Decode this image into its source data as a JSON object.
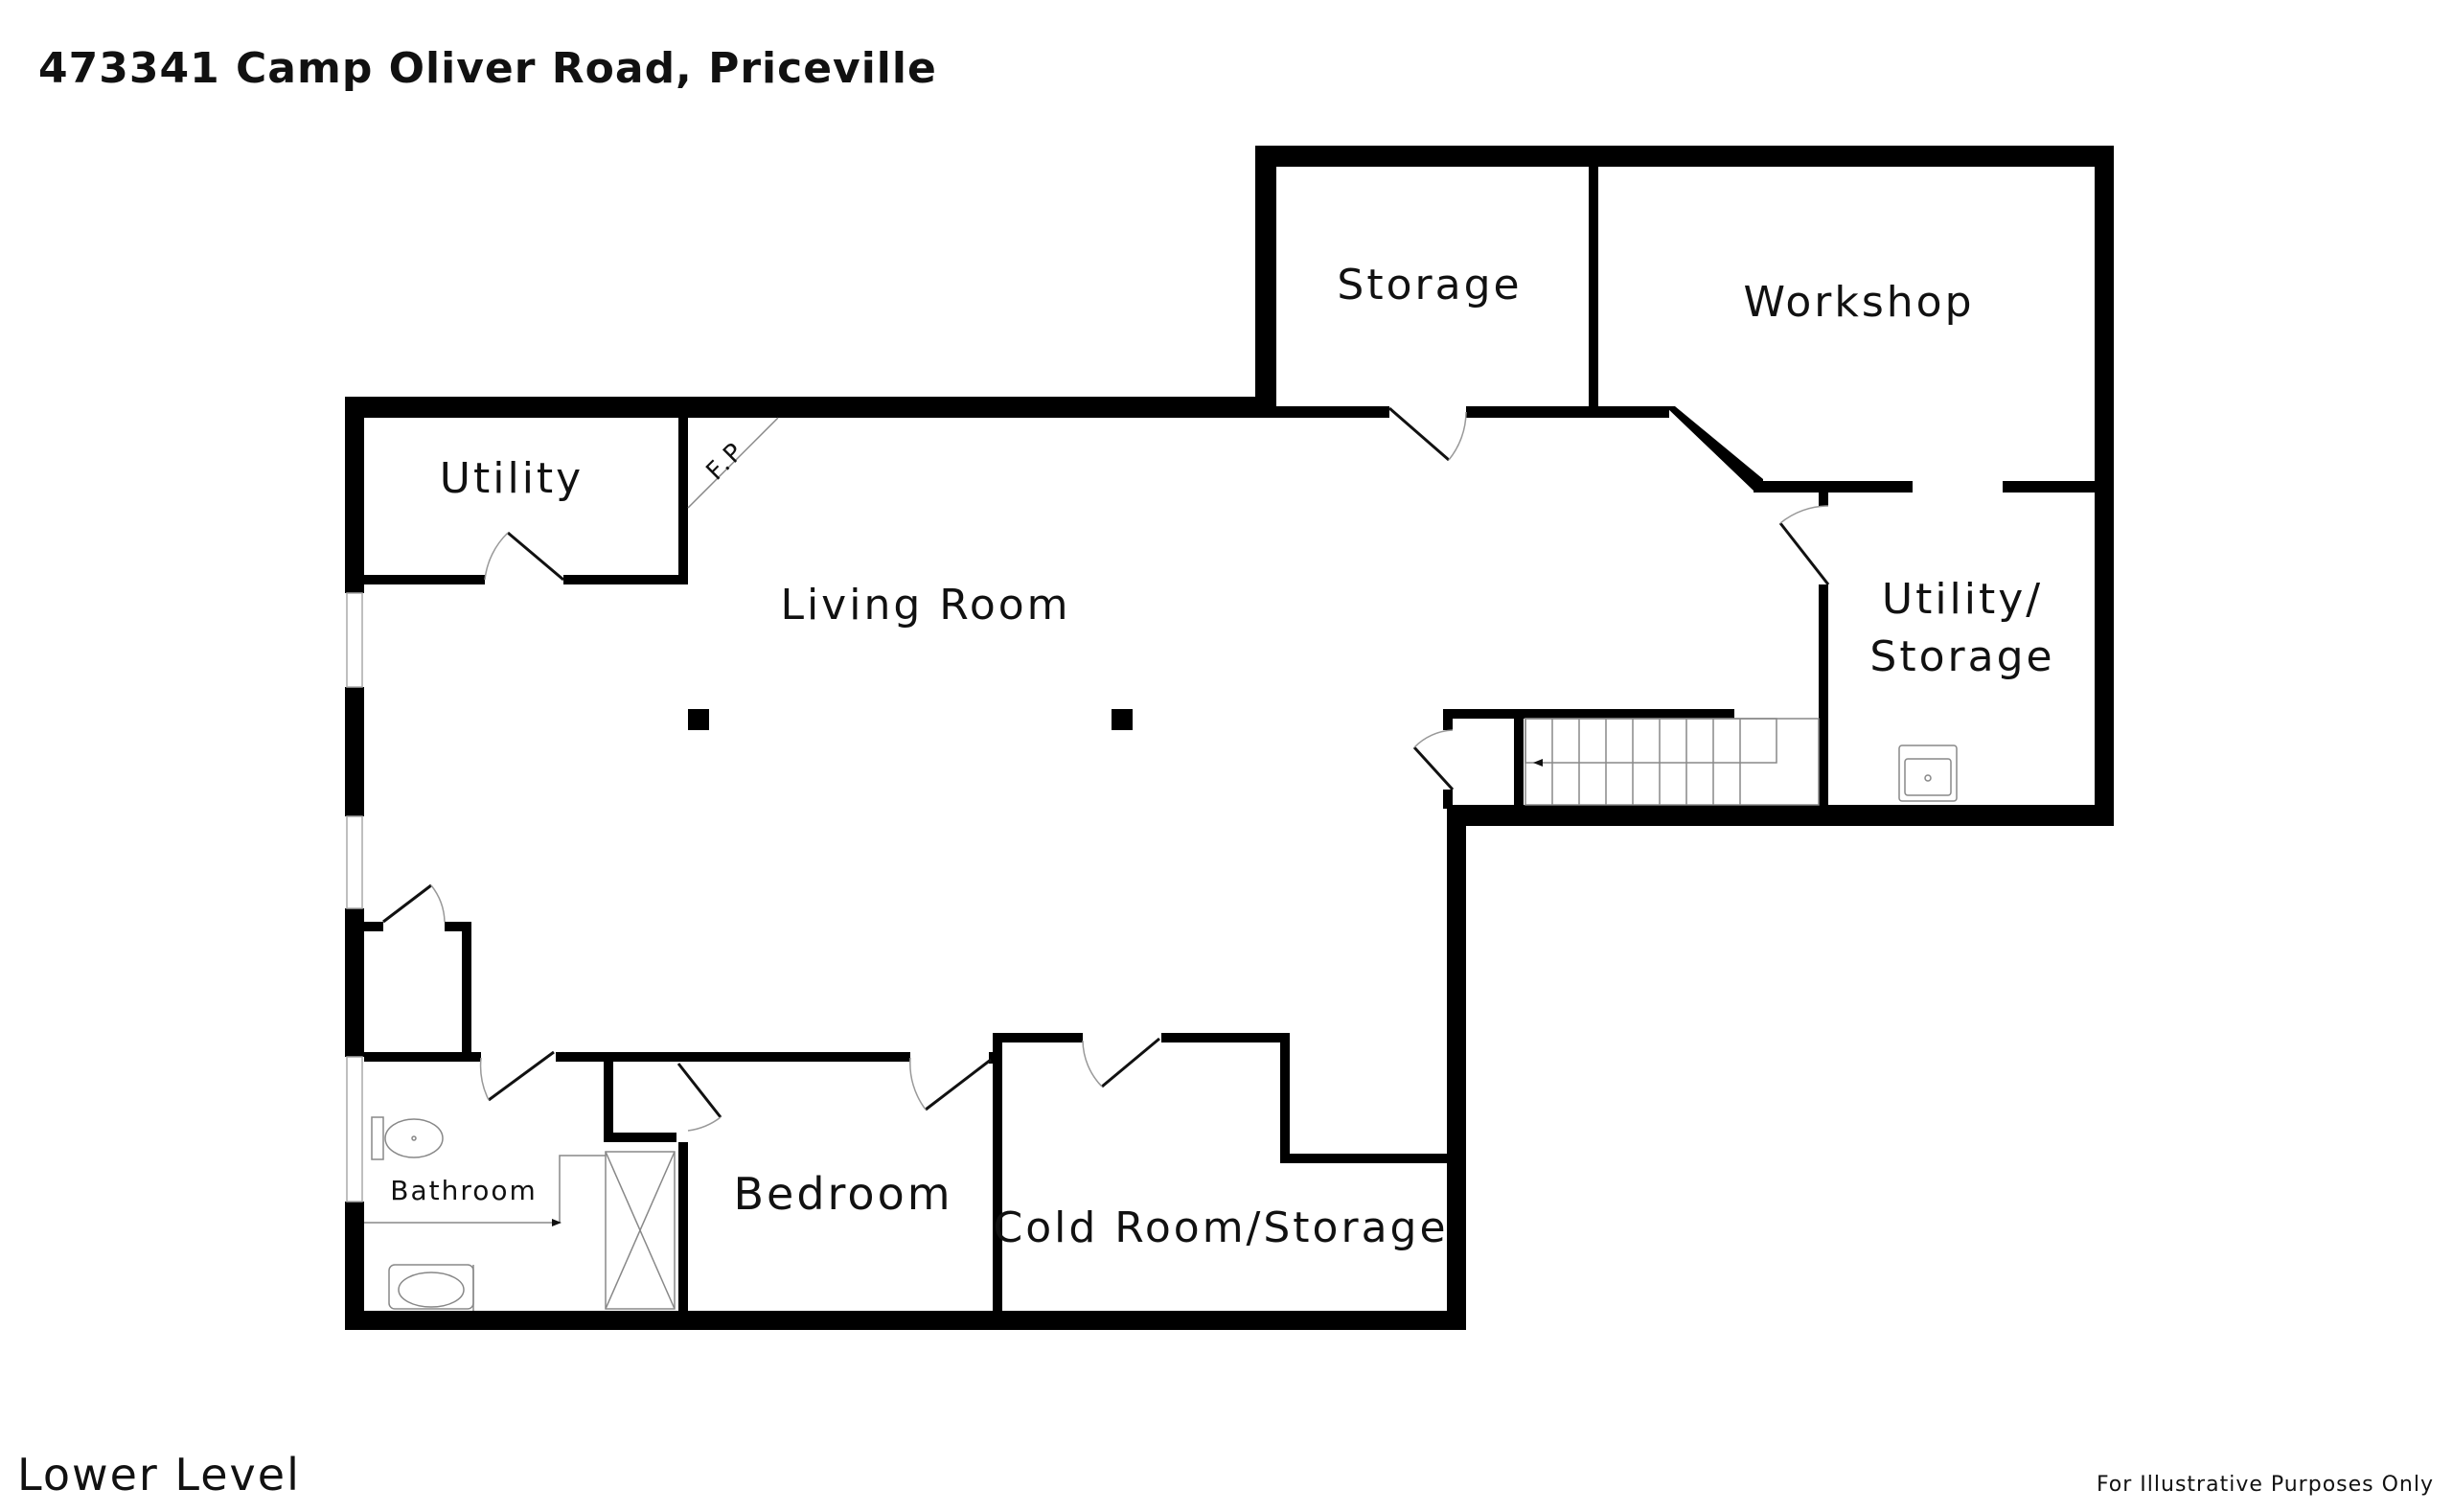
{
  "title": "473341 Camp Oliver Road, Priceville",
  "level": "Lower Level",
  "disclaimer": "For Illustrative Purposes Only",
  "fireplace_label": "F.P",
  "rooms": {
    "storage": "Storage",
    "workshop": "Workshop",
    "utility": "Utility",
    "living_room": "Living Room",
    "utility_storage_line1": "Utility/",
    "utility_storage_line2": "Storage",
    "bathroom": "Bathroom",
    "bedroom": "Bedroom",
    "cold_room": "Cold Room/Storage"
  },
  "colors": {
    "wall": "#000000",
    "background": "#ffffff",
    "fixture": "#888888"
  }
}
